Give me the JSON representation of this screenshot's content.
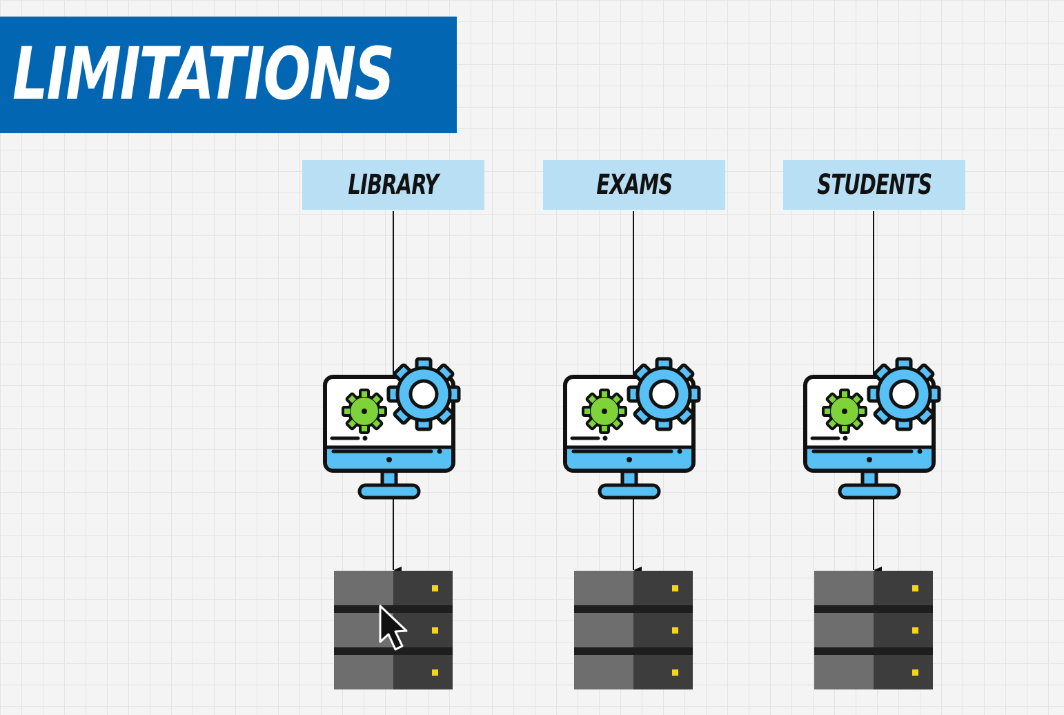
{
  "title": "LIMITATIONS",
  "columns": [
    {
      "label": "LIBRARY"
    },
    {
      "label": "EXAMS"
    },
    {
      "label": "STUDENTS"
    }
  ],
  "colors": {
    "banner": "#0266b3",
    "label_box": "#b9dff4",
    "gear_blue": "#57c1f5",
    "gear_green": "#7ed23a",
    "server_light": "#6e6e6e",
    "server_dark": "#3d3d3d",
    "server_led": "#f5d41f"
  }
}
